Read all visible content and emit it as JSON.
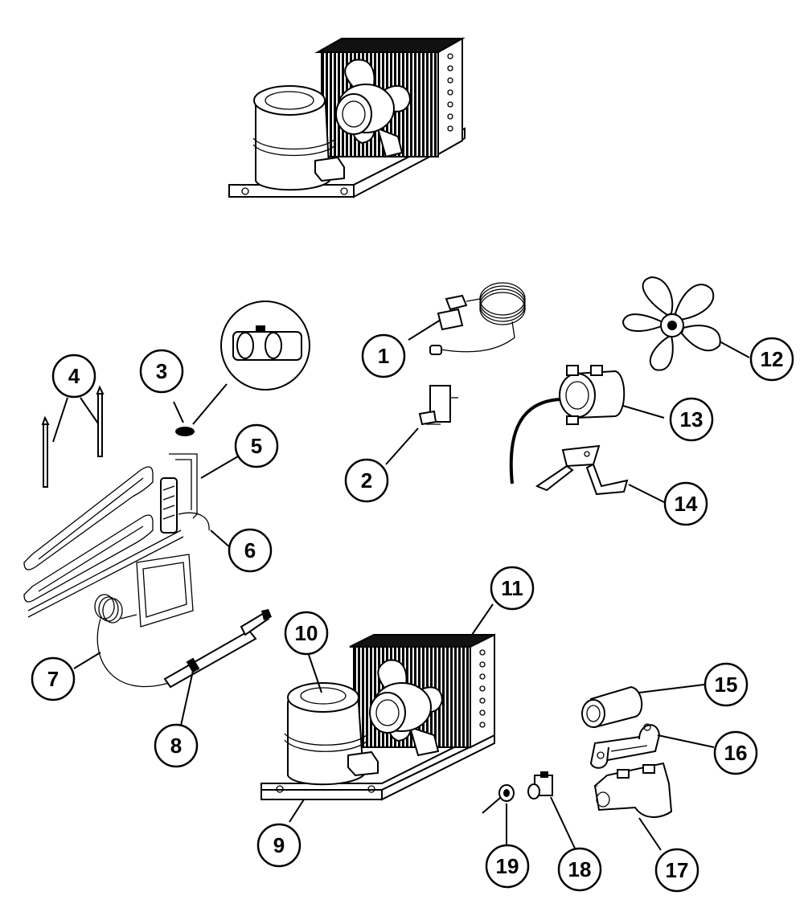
{
  "callouts": [
    {
      "num": "1"
    },
    {
      "num": "2"
    },
    {
      "num": "3"
    },
    {
      "num": "4"
    },
    {
      "num": "5"
    },
    {
      "num": "6"
    },
    {
      "num": "7"
    },
    {
      "num": "8"
    },
    {
      "num": "9"
    },
    {
      "num": "10"
    },
    {
      "num": "11"
    },
    {
      "num": "12"
    },
    {
      "num": "13"
    },
    {
      "num": "14"
    },
    {
      "num": "15"
    },
    {
      "num": "16"
    },
    {
      "num": "17"
    },
    {
      "num": "18"
    },
    {
      "num": "19"
    }
  ]
}
